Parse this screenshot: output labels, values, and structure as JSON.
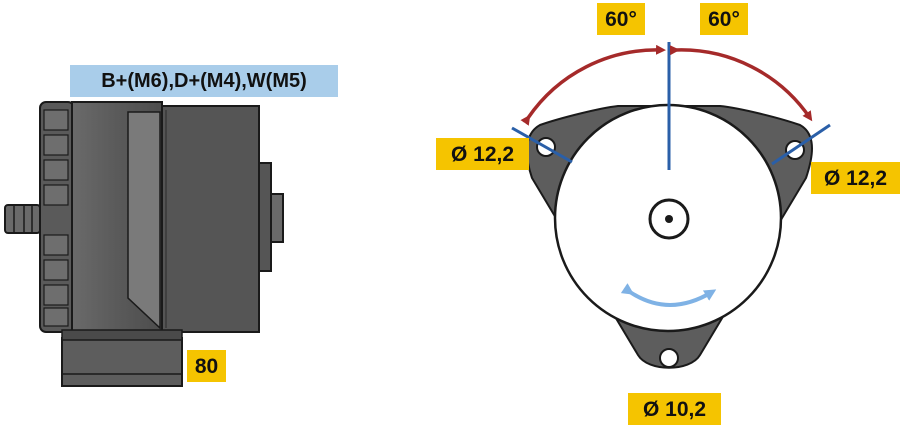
{
  "labels": {
    "terminals": "B+(M6),D+(M4),W(M5)",
    "dimension_bottom": "80",
    "angle_left": "60°",
    "angle_right": "60°",
    "hole_left": "Ø 12,2",
    "hole_right": "Ø 12,2",
    "hole_bottom": "Ø 10,2"
  },
  "colors": {
    "body_gray": "#5d5d5d",
    "body_dark": "#3a3a3a",
    "body_light": "#8a8a8a",
    "label_yellow": "#f5c400",
    "label_blue": "#a9cdea",
    "axis_blue": "#2a5fa8",
    "arc_red": "#a52a2a",
    "rotation_blue": "#7fb2e5"
  },
  "icons": {
    "rotation": "bidirectional-rotation-arrow-icon",
    "mount": "mounting-hole-icon"
  }
}
